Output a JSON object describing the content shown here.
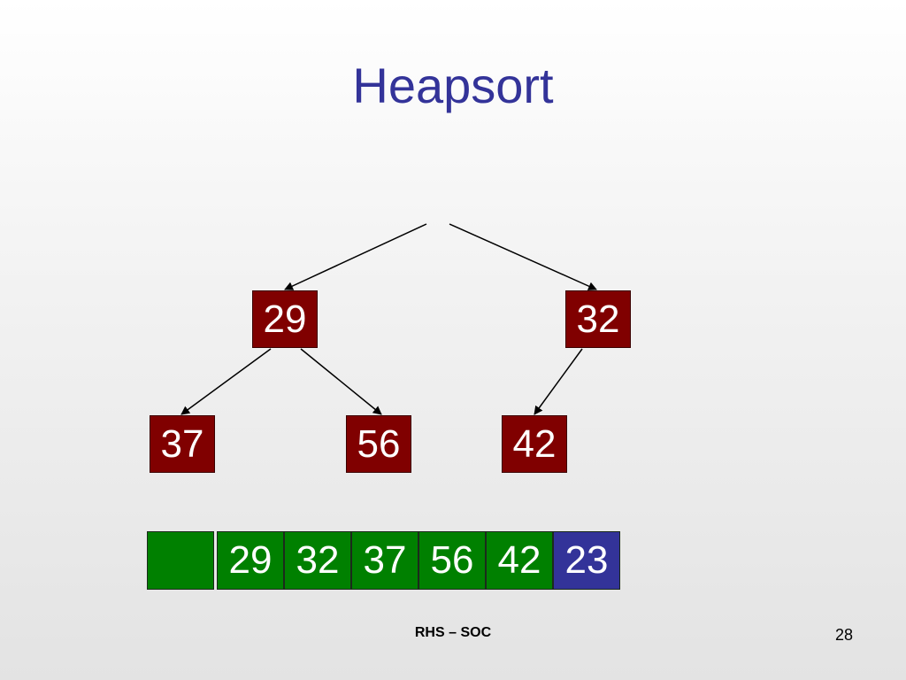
{
  "slide": {
    "title": "Heapsort",
    "footer": "RHS – SOC",
    "page_number": "28"
  },
  "tree": {
    "nodes": {
      "n29": "29",
      "n32": "32",
      "n37": "37",
      "n56": "56",
      "n42": "42"
    },
    "node_color": "#800000"
  },
  "array": {
    "cells": [
      "",
      "29",
      "32",
      "37",
      "56",
      "42",
      "23"
    ],
    "green_color": "#008000",
    "highlight_color": "#333399"
  },
  "colors": {
    "title": "#333399"
  }
}
